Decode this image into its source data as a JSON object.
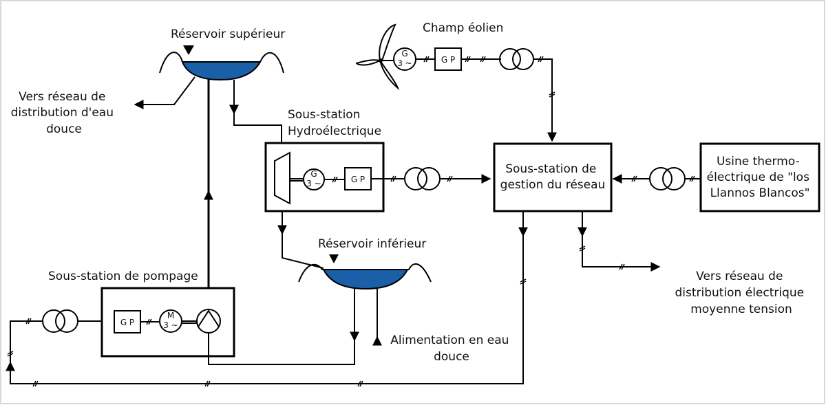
{
  "labels": {
    "upper_reservoir": "Réservoir supérieur",
    "to_water_network": [
      "Vers réseau de",
      "distribution d'eau",
      "douce"
    ],
    "wind_farm": "Champ éolien",
    "hydro_substation": [
      "Sous-station",
      "Hydroélectrique"
    ],
    "grid_substation": [
      "Sous-station de",
      "gestion du réseau"
    ],
    "thermal_plant": [
      "Usine thermo-",
      "électrique de \"los",
      "Llannos Blancos\""
    ],
    "lower_reservoir": "Réservoir inférieur",
    "pumping_substation": "Sous-station de pompage",
    "water_supply": [
      "Alimentation en eau",
      "douce"
    ],
    "to_electric_network": [
      "Vers réseau de",
      "distribution électrique",
      "moyenne tension"
    ]
  },
  "symbols": {
    "gp": "G P",
    "generator_top": "G",
    "motor_top": "M",
    "three_phase": "3 ~"
  },
  "colors": {
    "water": "#1a5fa8",
    "line": "#000000",
    "frame": "#cccccc"
  }
}
